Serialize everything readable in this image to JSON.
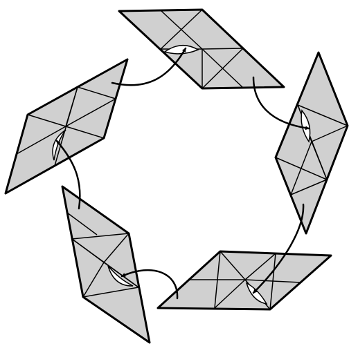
{
  "diagram": {
    "kind": "origami-assembly",
    "unit_count": 5,
    "colors": {
      "fill": "#d0d0d0",
      "stroke": "#000000",
      "background": "#ffffff"
    },
    "units": [
      {
        "id": "unit-top"
      },
      {
        "id": "unit-right"
      },
      {
        "id": "unit-bottom"
      },
      {
        "id": "unit-bottom-left"
      },
      {
        "id": "unit-left"
      }
    ],
    "arrows": [
      {
        "from": "unit-left",
        "to": "unit-top"
      },
      {
        "from": "unit-top",
        "to": "unit-right"
      },
      {
        "from": "unit-right",
        "to": "unit-bottom"
      },
      {
        "from": "unit-bottom",
        "to": "unit-bottom-left"
      },
      {
        "from": "unit-bottom-left",
        "to": "unit-left"
      }
    ]
  }
}
